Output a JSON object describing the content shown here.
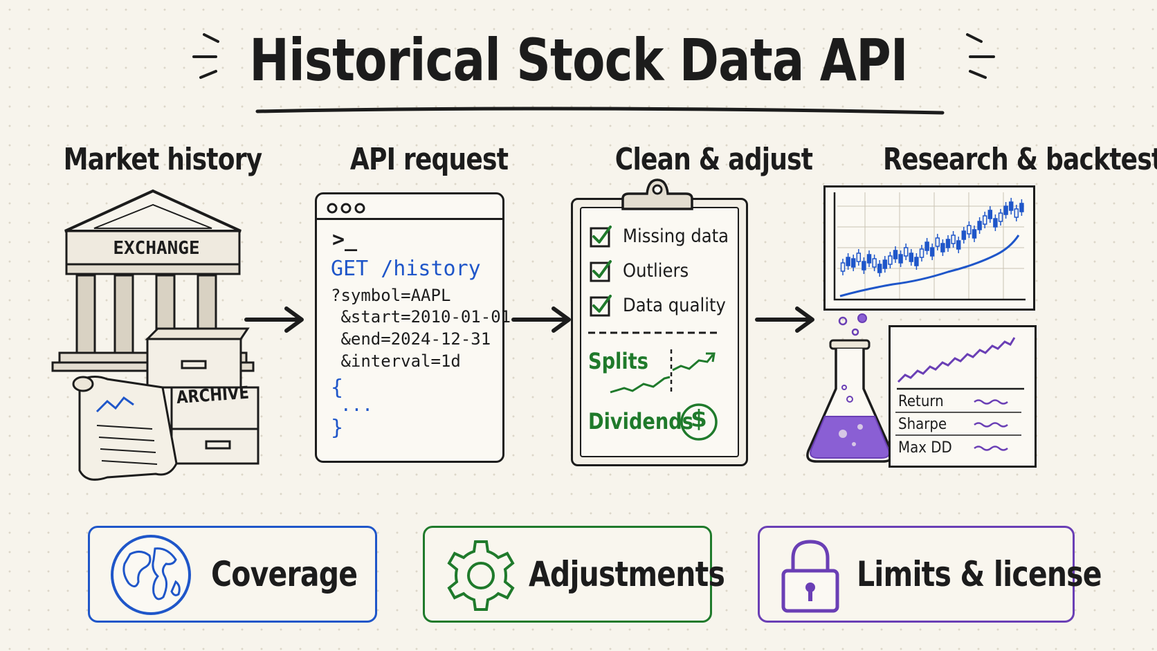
{
  "title": "Historical Stock Data API",
  "steps": [
    {
      "label": "Market history"
    },
    {
      "label": "API request"
    },
    {
      "label": "Clean & adjust"
    },
    {
      "label": "Research & backtest"
    }
  ],
  "market": {
    "exchange_label": "EXCHANGE",
    "archive_label": "ARCHIVE"
  },
  "terminal": {
    "prompt": ">_",
    "method_line": "GET /history",
    "params": [
      "?symbol=AAPL",
      " &start=2010-01-01",
      " &end=2024-12-31",
      " &interval=1d"
    ],
    "brace_open": "{",
    "ellipsis": "...",
    "brace_close": "}"
  },
  "checklist": {
    "items": [
      "Missing data",
      "Outliers",
      "Data quality"
    ],
    "splits_label": "Splits",
    "dividends_label": "Dividends",
    "dividend_symbol": "$"
  },
  "research": {
    "metrics": [
      "Return",
      "Sharpe",
      "Max DD"
    ]
  },
  "cards": [
    {
      "label": "Coverage",
      "color": "#1f56c9",
      "icon": "globe-icon"
    },
    {
      "label": "Adjustments",
      "color": "#1f7a2b",
      "icon": "gear-icon"
    },
    {
      "label": "Limits & license",
      "color": "#6a3fb5",
      "icon": "lock-icon"
    }
  ],
  "colors": {
    "blue": "#1f56c9",
    "green": "#1f7a2b",
    "purple": "#6a3fb5",
    "ink": "#1c1c1c"
  }
}
